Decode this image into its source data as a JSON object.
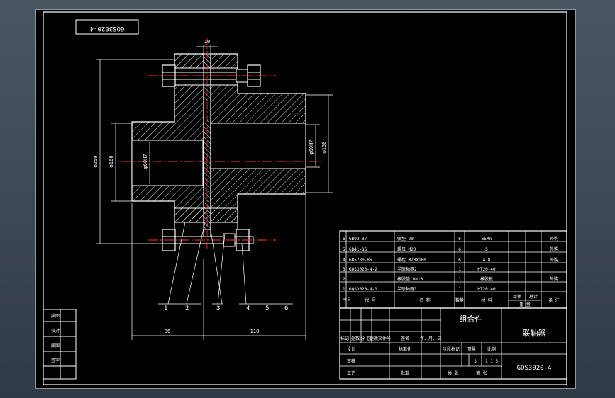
{
  "drawing_code_top": "GQS3020-4",
  "dimensions": {
    "gap": "10",
    "outer_dia": "φ250",
    "hub_dia_left": "φ160",
    "bore_left": "φ60H7",
    "bore_right": "φ60H7",
    "hub_dia_right": "φ150",
    "length_left": "86",
    "length_right": "118"
  },
  "balloons": [
    "1",
    "2",
    "3",
    "4",
    "5",
    "6"
  ],
  "side_labels": [
    "描图",
    "校对",
    "底图",
    "签字"
  ],
  "bom_rows": [
    {
      "no": "6",
      "code": "GB93-87",
      "name": "弹垫 20",
      "qty": "6",
      "material": "65Mn",
      "note": "外购"
    },
    {
      "no": "5",
      "code": "GB41-86",
      "name": "螺母 M20",
      "qty": "6",
      "material": "5",
      "note": "外购"
    },
    {
      "no": "4",
      "code": "GB5780-86",
      "name": "螺栓 M20X100",
      "qty": "6",
      "material": "4.8",
      "note": "外购"
    },
    {
      "no": "3",
      "code": "GQS3020-4-2",
      "name": "半联轴器2",
      "qty": "1",
      "material": "HT20-40",
      "note": ""
    },
    {
      "no": "2",
      "code": "",
      "name": "橡胶垫 δ=10",
      "qty": "1",
      "material": "橡胶板",
      "note": "外购"
    },
    {
      "no": "1",
      "code": "GQS3020-4-1",
      "name": "半联轴器1",
      "qty": "1",
      "material": "HT20-40",
      "note": ""
    }
  ],
  "bom_header": {
    "no": "序号",
    "code": "代 号",
    "name": "名 称",
    "qty": "数量",
    "material": "材 料",
    "unit_weight": "单件",
    "total_weight": "总计",
    "weight": "重 量",
    "note": "备 注"
  },
  "title_block": {
    "assembly_type": "组合件",
    "part_name": "联轴器",
    "drawing_no": "GQS3020-4",
    "scale": "1:1.5",
    "stage_mark": "S",
    "rev_labels": [
      "标记",
      "处数",
      "分 区",
      "更改文件号",
      "签名",
      "年、月、日"
    ],
    "roles": [
      "设计",
      "审核",
      "工艺"
    ],
    "standardize": "标准化",
    "approve": "批准",
    "stage_label": "阶段标记",
    "weight_label": "重量",
    "scale_label": "比例",
    "sheets": "共 张",
    "sheet": "第 张"
  }
}
